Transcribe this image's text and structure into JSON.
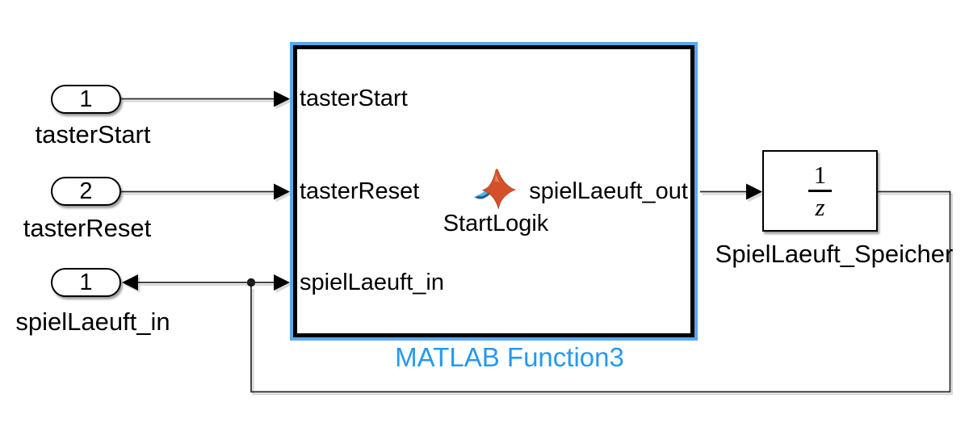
{
  "canvas": {
    "background": "#ffffff"
  },
  "colors": {
    "selection_outline": "#5aa9ef",
    "block_name_blue": "#2699f0",
    "wire": "#262626",
    "block_border": "#000000"
  },
  "inports": [
    {
      "number": "1",
      "name": "tasterStart"
    },
    {
      "number": "2",
      "name": "tasterReset"
    }
  ],
  "outport": {
    "number": "1",
    "name": "spielLaeuft_in"
  },
  "matlab_function": {
    "name": "MATLAB Function3",
    "function_label": "StartLogik",
    "ports_in": [
      "tasterStart",
      "tasterReset",
      "spielLaeuft_in"
    ],
    "ports_out": [
      "spielLaeuft_out"
    ]
  },
  "unit_delay": {
    "numerator": "1",
    "denominator": "z",
    "name": "SpielLaeuft_Speicher"
  },
  "icons": {
    "matlab_logo": "matlab-membrane-logo"
  }
}
